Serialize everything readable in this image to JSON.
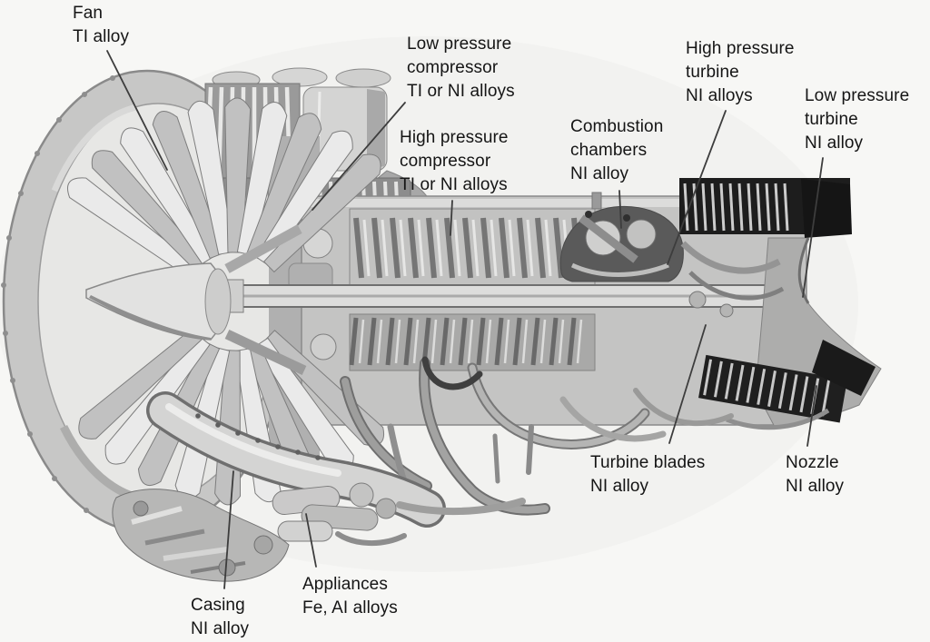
{
  "figure": {
    "subject": "Turbofan jet engine cutaway annotated with component materials",
    "background_color": "#f7f7f5",
    "text_color": "#151515",
    "leader_line_color": "#3d3d3d"
  },
  "labels": [
    {
      "part": "Fan",
      "material": "TI alloy",
      "lines": [
        "Fan",
        "TI alloy"
      ]
    },
    {
      "part": "Low pressure compressor",
      "material": "TI or NI alloys",
      "lines": [
        "Low pressure",
        "compressor",
        "TI or NI alloys"
      ]
    },
    {
      "part": "High pressure compressor",
      "material": "TI or NI alloys",
      "lines": [
        "High pressure",
        "compressor",
        "TI or NI alloys"
      ]
    },
    {
      "part": "Combustion chambers",
      "material": "NI alloy",
      "lines": [
        "Combustion",
        "chambers",
        "NI alloy"
      ]
    },
    {
      "part": "High pressure turbine",
      "material": "NI alloys",
      "lines": [
        "High pressure",
        "turbine",
        "NI alloys"
      ]
    },
    {
      "part": "Low pressure turbine",
      "material": "NI alloy",
      "lines": [
        "Low pressure",
        "turbine",
        "NI alloy"
      ]
    },
    {
      "part": "Turbine blades",
      "material": "NI alloy",
      "lines": [
        "Turbine blades",
        "NI alloy"
      ]
    },
    {
      "part": "Nozzle",
      "material": "NI alloy",
      "lines": [
        "Nozzle",
        "NI alloy"
      ]
    },
    {
      "part": "Casing",
      "material": "NI alloy",
      "lines": [
        "Casing",
        "NI alloy"
      ]
    },
    {
      "part": "Appliances",
      "material": "Fe, AI alloys",
      "lines": [
        "Appliances",
        "Fe, AI alloys"
      ]
    }
  ]
}
